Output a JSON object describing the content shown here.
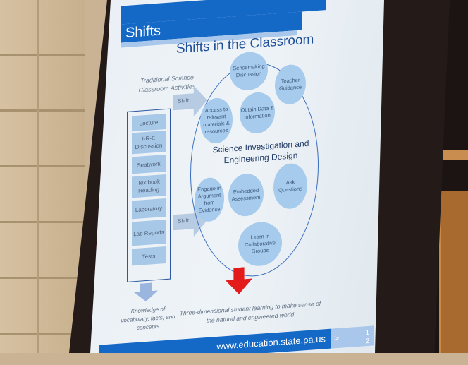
{
  "slide": {
    "header_title": "Shifts",
    "main_title": "Shifts in the Classroom",
    "traditional_column": {
      "title": "Traditional Science Classroom Activities",
      "activities": [
        "Lecture",
        "I-R-E Discussion",
        "Seatwork",
        "Textbook Reading",
        "Laboratory",
        "Lab Reports",
        "Tests"
      ]
    },
    "shift_labels": [
      "Shift",
      "Shift"
    ],
    "investigation": {
      "center_label": "Science Investigation and Engineering Design",
      "bubbles": [
        "Sensemaking Discussion",
        "Teacher Guidance",
        "Access to relevant materials & resources",
        "Obtain Data & Information",
        "Engage in Argument from Evidence",
        "Embedded Assessment",
        "Ask Questions",
        "Learn in Collaborative Groups"
      ]
    },
    "outcomes": {
      "traditional": "Knowledge of vocabulary, facts, and concepts",
      "shifted": "Three-dimensional student learning to make sense of the natural and engineered world"
    },
    "footer": {
      "url": "www.education.state.pa.us",
      "chevron": ">",
      "page_number": "1",
      "page_number_partial": "2"
    },
    "colors": {
      "header_blue": "#1469c7",
      "light_blue": "#a6cbec",
      "title_blue": "#1f4f99",
      "red_arrow": "#e31b1b"
    }
  }
}
